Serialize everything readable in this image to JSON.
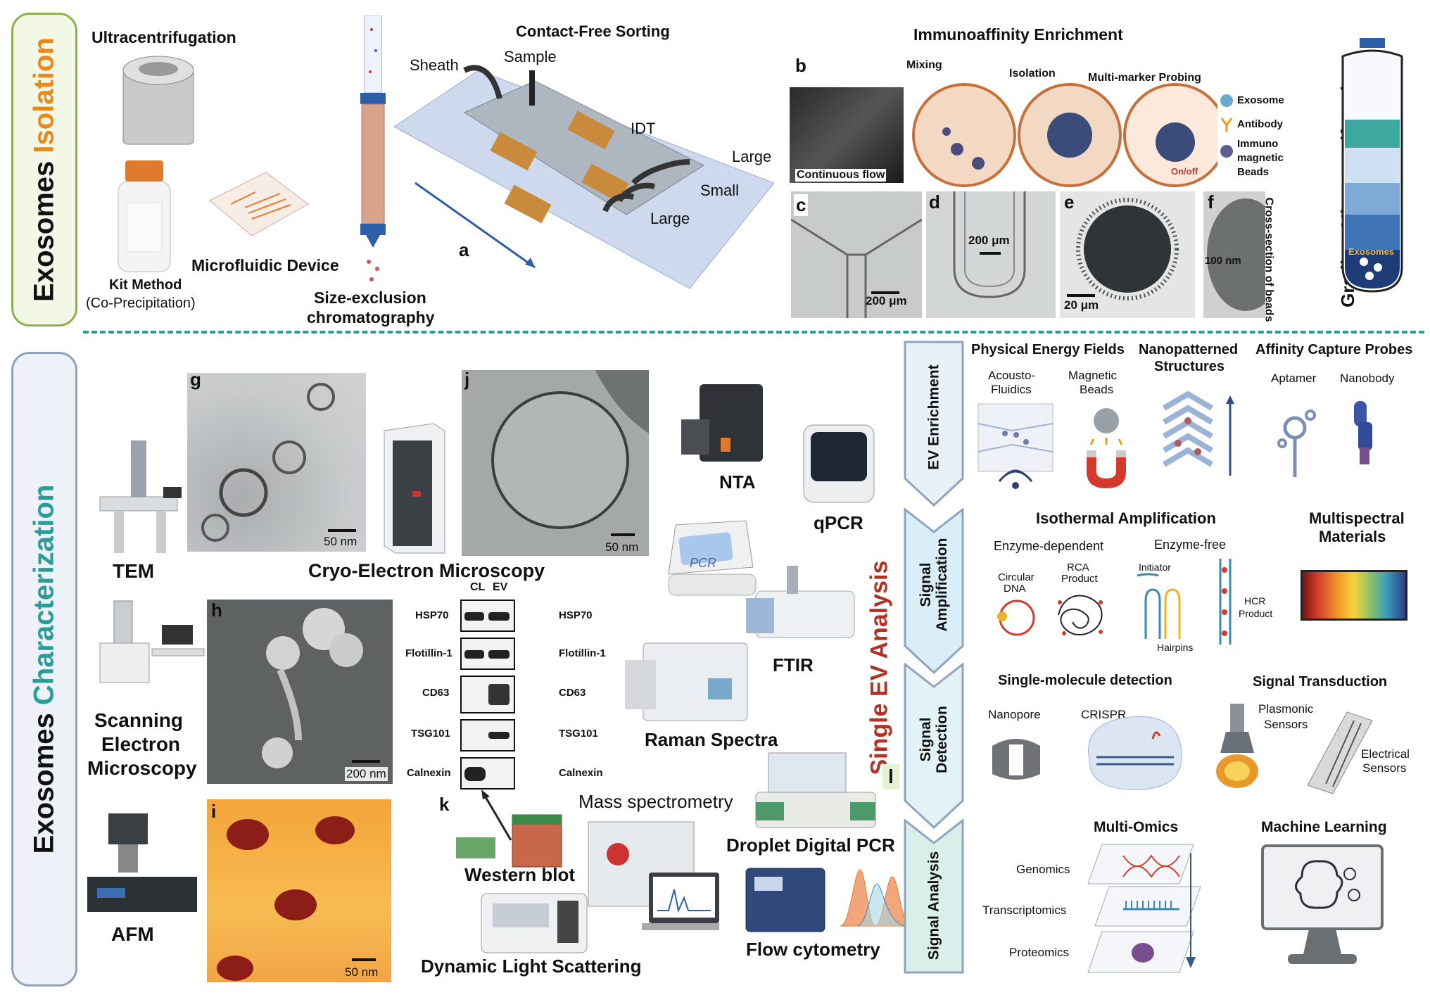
{
  "sections": {
    "isolation_tab": {
      "word1": "Exosomes",
      "word2": "Isolation",
      "color1": "#111111",
      "color2": "#e68a1e",
      "border": "#8bb24a",
      "bg": "#f3f8e6"
    },
    "characterization_tab": {
      "word1": "Exosomes",
      "word2": "Characterization",
      "color1": "#111111",
      "color2": "#2a9d96",
      "border": "#8ea3bd",
      "bg": "#eef2f8"
    }
  },
  "isolation": {
    "ultracentrifugation": "Ultracentrifugation",
    "kit_method": "Kit Method",
    "kit_method_sub": "(Co-Precipitation)",
    "microfluidic": "Microfluidic Device",
    "sec_line1": "Size-exclusion",
    "sec_line2": "chromatography",
    "contact_free": {
      "title": "Contact-Free Sorting",
      "sheath": "Sheath",
      "sample": "Sample",
      "idt": "IDT",
      "large1": "Large",
      "small": "Small",
      "large2": "Large",
      "letter": "a"
    },
    "immuno": {
      "title": "Immunoaffinity Enrichment",
      "letter": "b",
      "mixing": "Mixing",
      "isolation": "Isolation",
      "probing": "Multi-marker Probing",
      "continuous": "Continuous flow",
      "legend_exosome": "Exosome",
      "legend_antibody": "Antibody",
      "legend_beads1": "Immuno",
      "legend_beads2": "magnetic",
      "legend_beads3": "Beads",
      "onoff": "On/off",
      "c": "c",
      "d": "d",
      "e": "e",
      "f": "f",
      "scale_c": "200 μm",
      "scale_d": "200 μm",
      "scale_e": "20 μm",
      "scale_f": "100 nm",
      "cross_section": "Cross-section of beads"
    },
    "gradient": {
      "label": "Gradient Ultracentrifugation",
      "exosomes": "Exosomes"
    }
  },
  "characterization": {
    "tem": "TEM",
    "g": "g",
    "scale_g": "50 nm",
    "j": "j",
    "scale_j": "50 nm",
    "cryo": "Cryo-Electron Microscopy",
    "sem1": "Scanning",
    "sem2": "Electron",
    "sem3": "Microscopy",
    "h": "h",
    "scale_h": "200 nm",
    "afm": "AFM",
    "i": "i",
    "scale_i": "50 nm",
    "western": {
      "letter": "k",
      "col_cl": "CL",
      "col_ev": "EV",
      "rows": [
        "HSP70",
        "Flotillin-1",
        "CD63",
        "TSG101",
        "Calnexin"
      ],
      "label": "Western blot"
    },
    "nta": "NTA",
    "qpcr": "qPCR",
    "pcr_screen": "PCR",
    "ftir": "FTIR",
    "raman": "Raman Spectra",
    "mass": "Mass spectrometry",
    "ddpcr": "Droplet Digital  PCR",
    "dls": "Dynamic Light Scattering",
    "flow": "Flow cytometry",
    "single_ev": "Single EV Analysis",
    "l": "l"
  },
  "single_ev": {
    "steps": [
      "EV Enrichment",
      "Signal Amplification",
      "Signal Detection",
      "Signal Analysis"
    ],
    "enrichment": {
      "physical": "Physical Energy Fields",
      "acousto1": "Acousto-",
      "acousto2": "Fluidics",
      "magnetic1": "Magnetic",
      "magnetic2": "Beads",
      "nanopattern1": "Nanopatterned",
      "nanopattern2": "Structures",
      "affinity": "Affinity Capture Probes",
      "aptamer": "Aptamer",
      "nanobody": "Nanobody"
    },
    "amplification": {
      "isothermal": "Isothermal Amplification",
      "enzyme_dep": "Enzyme-dependent",
      "enzyme_free": "Enzyme-free",
      "circular1": "Circular",
      "circular2": "DNA",
      "rca1": "RCA",
      "rca2": "Product",
      "initiator": "Initiator",
      "hairpins": "Hairpins",
      "hcr1": "HCR",
      "hcr2": "Product",
      "multispectral1": "Multispectral",
      "multispectral2": "Materials"
    },
    "detection": {
      "single_molecule": "Single-molecule detection",
      "nanopore": "Nanopore",
      "crispr": "CRISPR",
      "transduction": "Signal Transduction",
      "plasmonic1": "Plasmonic",
      "plasmonic2": "Sensors",
      "electrical1": "Electrical",
      "electrical2": "Sensors"
    },
    "analysis": {
      "multiomics": "Multi-Omics",
      "genomics": "Genomics",
      "transcriptomics": "Transcriptomics",
      "proteomics": "Proteomics",
      "ml": "Machine Learning"
    }
  }
}
